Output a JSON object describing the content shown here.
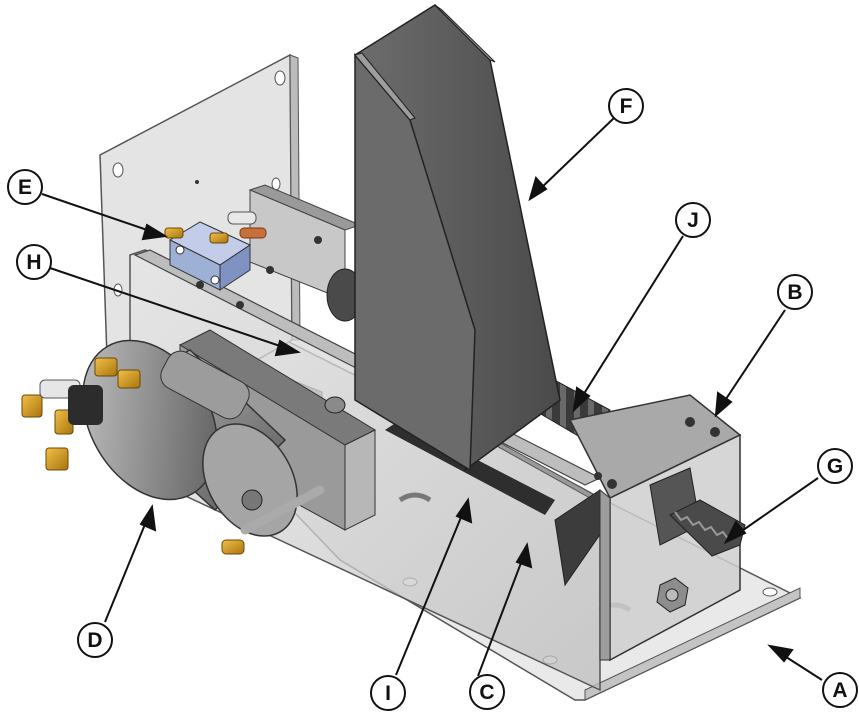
{
  "callouts": [
    {
      "id": "A",
      "label": "A"
    },
    {
      "id": "B",
      "label": "B"
    },
    {
      "id": "C",
      "label": "C"
    },
    {
      "id": "D",
      "label": "D"
    },
    {
      "id": "E",
      "label": "E"
    },
    {
      "id": "F",
      "label": "F"
    },
    {
      "id": "G",
      "label": "G"
    },
    {
      "id": "H",
      "label": "H"
    },
    {
      "id": "I",
      "label": "I"
    },
    {
      "id": "J",
      "label": "J"
    }
  ],
  "colors": {
    "steel_dark": "#5f5f5f",
    "steel_mid": "#8a8a8a",
    "panel_clear": "#d9d9d9",
    "brass": "#d9a020",
    "copper": "#c8703a",
    "blue_block": "#9fb0d6"
  }
}
